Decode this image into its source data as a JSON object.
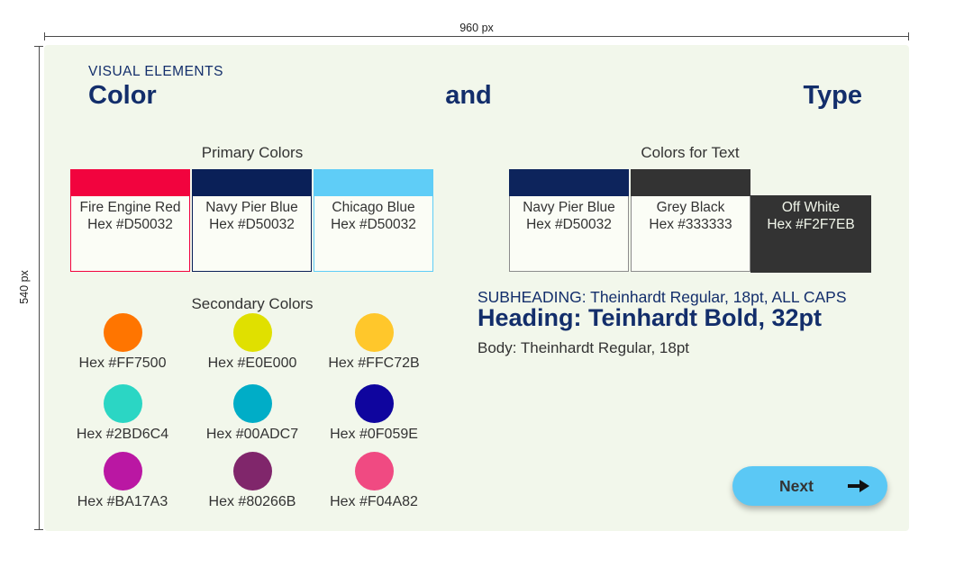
{
  "rulers": {
    "width": "960 px",
    "height": "540 px"
  },
  "header": {
    "eyebrow": "VISUAL ELEMENTS",
    "title_left": "Color",
    "title_mid": "and",
    "title_right": "Type"
  },
  "primary_colors": {
    "title": "Primary Colors",
    "cards": [
      {
        "name": "Fire Engine Red",
        "hex": "Hex #D50032",
        "swatch": "#F2033E"
      },
      {
        "name": "Navy Pier Blue",
        "hex": "Hex #D50032",
        "swatch": "#0A2058"
      },
      {
        "name": "Chicago Blue",
        "hex": "Hex #D50032",
        "swatch": "#5FCDF7"
      }
    ]
  },
  "text_colors": {
    "title": "Colors for Text",
    "cards": [
      {
        "name": "Navy Pier Blue",
        "hex": "Hex #D50032",
        "swatch": "#0D245C"
      },
      {
        "name": "Grey Black",
        "hex": "Hex #333333",
        "swatch": "#333333"
      },
      {
        "name": "Off White",
        "hex": "Hex #F2F7EB",
        "swatch": "#F2F7EB",
        "card_bg": "#333333"
      }
    ]
  },
  "secondary_colors": {
    "title": "Secondary Colors",
    "swatches": [
      {
        "label": "Hex #FF7500",
        "color": "#FF7500"
      },
      {
        "label": "Hex #E0E000",
        "color": "#E0E000"
      },
      {
        "label": "Hex #FFC72B",
        "color": "#FFC72B"
      },
      {
        "label": "Hex #2BD6C4",
        "color": "#2BD6C4"
      },
      {
        "label": "Hex #00ADC7",
        "color": "#00ADC7"
      },
      {
        "label": "Hex #0F059E",
        "color": "#0F059E"
      },
      {
        "label": "Hex #BA17A3",
        "color": "#BA17A3"
      },
      {
        "label": "Hex #80266B",
        "color": "#80266B"
      },
      {
        "label": "Hex #F04A82",
        "color": "#F04A82"
      }
    ]
  },
  "typography": {
    "subheading": "SUBHEADING: Theinhardt Regular, 18pt, ALL CAPS",
    "heading": "Heading: Teinhardt Bold, 32pt",
    "body": "Body: Theinhardt Regular, 18pt"
  },
  "next_button": {
    "label": "Next"
  },
  "colors": {
    "page_bg": "#FFFFFF",
    "panel_bg": "#F2F7EB",
    "navy_text": "#132E6B",
    "dark_text": "#333333",
    "button_bg": "#5BC8F5"
  }
}
